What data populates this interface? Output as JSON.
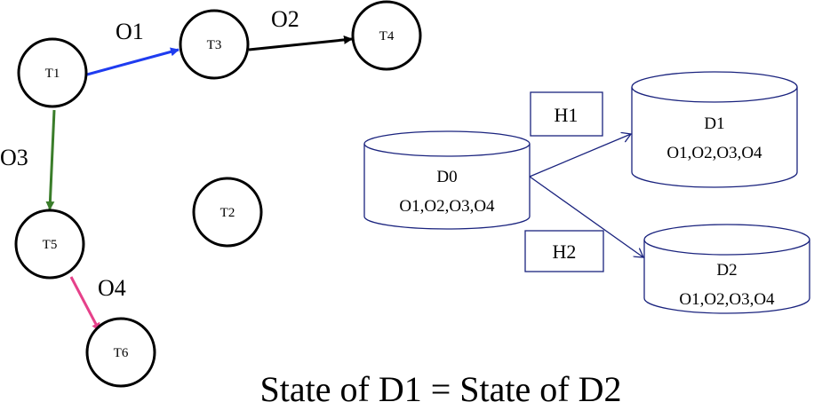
{
  "graph": {
    "nodes": [
      {
        "id": "T1",
        "label": "T1"
      },
      {
        "id": "T2",
        "label": "T2"
      },
      {
        "id": "T3",
        "label": "T3"
      },
      {
        "id": "T4",
        "label": "T4"
      },
      {
        "id": "T5",
        "label": "T5"
      },
      {
        "id": "T6",
        "label": "T6"
      }
    ],
    "edges": [
      {
        "from": "T1",
        "to": "T3",
        "label": "O1",
        "color": "#1f3cf0"
      },
      {
        "from": "T3",
        "to": "T4",
        "label": "O2",
        "color": "#000000"
      },
      {
        "from": "T1",
        "to": "T5",
        "label": "O3",
        "color": "#3a7d2a"
      },
      {
        "from": "T5",
        "to": "T6",
        "label": "O4",
        "color": "#e6418a"
      }
    ]
  },
  "databases": [
    {
      "id": "D0",
      "name": "D0",
      "objects": "O1,O2,O3,O4"
    },
    {
      "id": "D1",
      "name": "D1",
      "objects": "O1,O2,O3,O4"
    },
    {
      "id": "D2",
      "name": "D2",
      "objects": "O1,O2,O3,O4"
    }
  ],
  "histories": [
    {
      "label": "H1",
      "from": "D0",
      "to": "D1"
    },
    {
      "label": "H2",
      "from": "D0",
      "to": "D2"
    }
  ],
  "conclusion": "State of D1 = State of D2",
  "colors": {
    "db_stroke": "#1a237e",
    "node_stroke": "#000000"
  }
}
